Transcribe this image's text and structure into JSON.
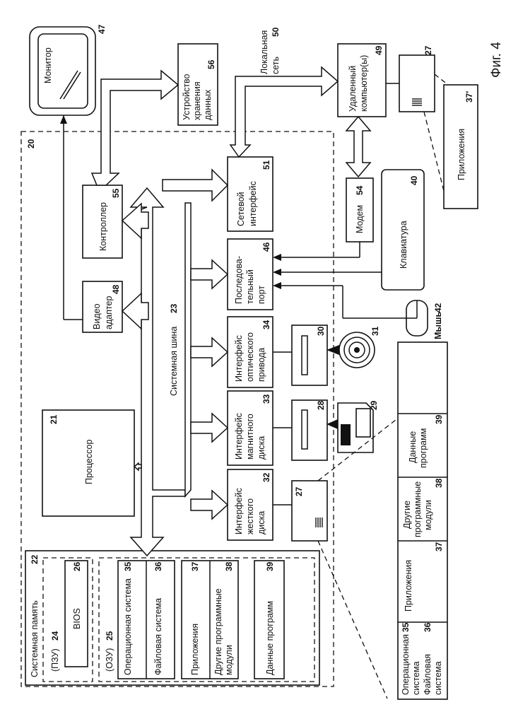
{
  "figure_label": "Фиг. 4",
  "computer": {
    "num": "20"
  },
  "processor": {
    "label": "Процессор",
    "num": "21"
  },
  "bus": {
    "label": "Системная шина",
    "num": "23"
  },
  "video": {
    "lines": [
      "Видео",
      "адаптер"
    ],
    "num": "48"
  },
  "controller": {
    "label": "Контроллер",
    "num": "55"
  },
  "network_if": {
    "lines": [
      "Сетевой",
      "интерфейс"
    ],
    "num": "51"
  },
  "serial_port": {
    "lines": [
      "Последова-",
      "тельный",
      "порт"
    ],
    "num": "46"
  },
  "optical_if": {
    "lines": [
      "Интерфейс",
      "оптического",
      "привода"
    ],
    "num": "34"
  },
  "magnetic_if": {
    "lines": [
      "Интерфейс",
      "магнитного",
      "диска"
    ],
    "num": "33"
  },
  "hdd_if": {
    "lines": [
      "Интерфейс",
      "жесткого",
      "диска"
    ],
    "num": "32"
  },
  "monitor": {
    "label": "Монитор",
    "num": "47"
  },
  "storage": {
    "lines": [
      "Устройство",
      "хранения",
      "данных"
    ],
    "num": "56"
  },
  "lan": {
    "lines": [
      "Локальная",
      "сеть"
    ],
    "num": "50"
  },
  "remote": {
    "lines": [
      "Удаленный",
      "компьютер(ы)"
    ],
    "num": "49"
  },
  "modem": {
    "label": "Модем",
    "num": "54"
  },
  "keyboard": {
    "label": "Клавиатура",
    "num": "40"
  },
  "mouse": {
    "label": "Мышь",
    "num": "42"
  },
  "remote_hdd": {
    "num": "27",
    "apps_label": "Приложения",
    "apps_num": "37'"
  },
  "memory": {
    "title": "Системная память",
    "num": "22",
    "rom": {
      "label": "(ПЗУ)",
      "num": "24"
    },
    "bios": {
      "label": "BIOS",
      "num": "26"
    },
    "ram": {
      "label": "(ОЗУ)",
      "num": "25"
    },
    "os": {
      "label": "Операционная система",
      "num": "35"
    },
    "fs": {
      "label": "Файловая система",
      "num": "36"
    },
    "apps": {
      "label": "Приложения",
      "num": "37"
    },
    "other": {
      "lines": [
        "Другие программные",
        "модули"
      ],
      "num": "38"
    },
    "data": {
      "label": "Данные программ",
      "num": "39"
    }
  },
  "drives": {
    "hdd_num": "27",
    "floppy_num": "28",
    "floppy_disk_num": "29",
    "optical_num": "30",
    "cd_num": "31"
  },
  "storage_table": {
    "os": {
      "lines": [
        "Операционная",
        "система"
      ],
      "num": "35"
    },
    "fs": {
      "lines": [
        "Файловая",
        "система"
      ],
      "num": "36"
    },
    "apps": {
      "label": "Приложения",
      "num": "37"
    },
    "other": {
      "lines": [
        "Другие",
        "программные",
        "модули"
      ],
      "num": "38"
    },
    "data": {
      "lines": [
        "Данные",
        "программ"
      ],
      "num": "39"
    }
  }
}
